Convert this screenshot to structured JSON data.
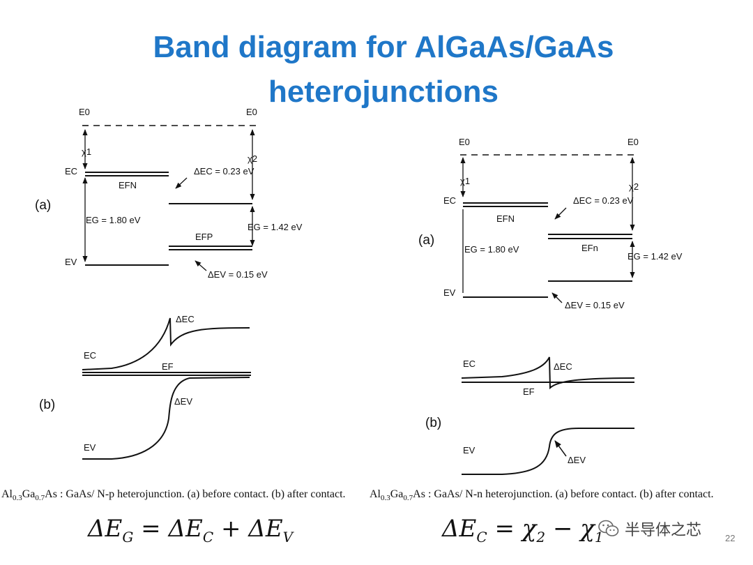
{
  "slide": {
    "title_line1": "Band diagram for AlGaAs/GaAs",
    "title_line2": "heterojunctions"
  },
  "left_figure": {
    "panel_a": "(a)",
    "panel_b": "(b)",
    "e0_left": "E0",
    "e0_right": "E0",
    "chi1": "χ1",
    "chi2": "χ2",
    "ec": "EC",
    "efn": "EFN",
    "efp": "EFP",
    "ev": "EV",
    "delta_ec": "ΔEC = 0.23 eV",
    "delta_ev": "ΔEV = 0.15 eV",
    "eg_left": "EG = 1.80 eV",
    "eg_right": "EG = 1.42 eV",
    "b_ec": "EC",
    "b_ef": "EF",
    "b_ev": "EV",
    "b_delta_ec": "ΔEC",
    "b_delta_ev": "ΔEV"
  },
  "right_figure": {
    "panel_a": "(a)",
    "panel_b": "(b)",
    "e0_left": "E0",
    "e0_right": "E0",
    "chi1": "χ1",
    "chi2": "χ2",
    "ec": "EC",
    "efn": "EFN",
    "efn2": "EFn",
    "ev": "EV",
    "delta_ec": "ΔEC = 0.23 eV",
    "delta_ev": "ΔEV = 0.15 eV",
    "eg_left": "EG = 1.80 eV",
    "eg_right": "EG = 1.42 eV",
    "b_ec": "EC",
    "b_ef": "EF",
    "b_ev": "EV",
    "b_delta_ec": "ΔEC",
    "b_delta_ev": "ΔEV"
  },
  "captions": {
    "left_prefix": "Al",
    "left_sub1": "0.3",
    "left_mid": "Ga",
    "left_sub2": "0.7",
    "left_rest": "As : GaAs/ N-p heterojunction.  (a) before contact.  (b) after contact.",
    "right_prefix": "Al",
    "right_sub1": "0.3",
    "right_mid": "Ga",
    "right_sub2": "0.7",
    "right_rest": "As : GaAs/ N-n heterojunction.  (a) before contact.  (b) after contact."
  },
  "equations": {
    "eq1_lhs": "ΔE",
    "eq1_lhs_sub": "G",
    "eq1_eq": " = ΔE",
    "eq1_t1_sub": "C",
    "eq1_plus": " + ΔE",
    "eq1_t2_sub": "V",
    "eq2_lhs": "ΔE",
    "eq2_lhs_sub": "C",
    "eq2_eq": " = χ",
    "eq2_t1_sub": "2",
    "eq2_minus": " − χ",
    "eq2_t2_sub": "1"
  },
  "watermark": {
    "text": "半导体之芯"
  },
  "page_number": "22",
  "colors": {
    "title": "#1f77c8",
    "ink": "#111111"
  }
}
